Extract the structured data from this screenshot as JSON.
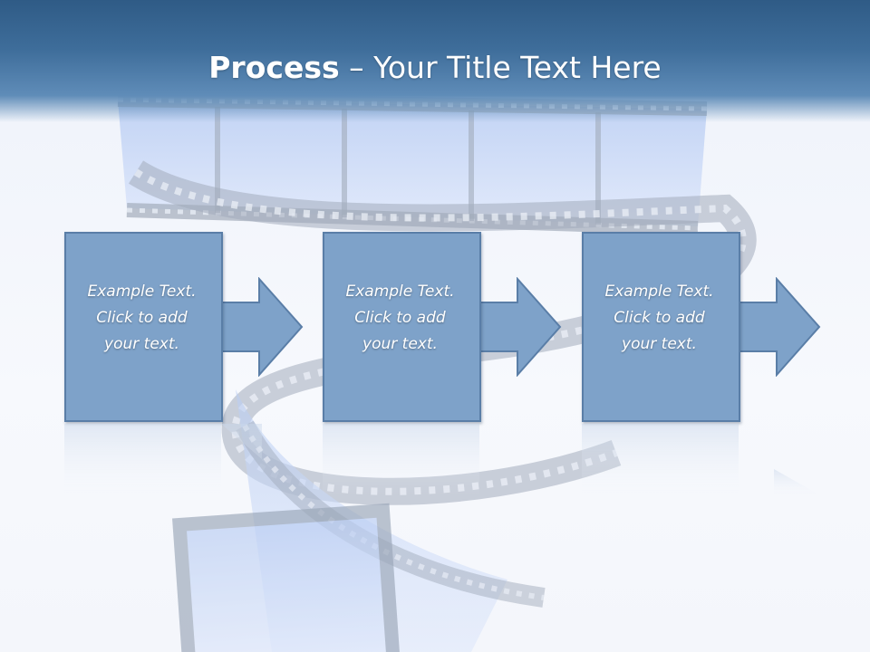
{
  "slide": {
    "title_bold": "Process",
    "title_rest": " – Your Title Text Here"
  },
  "steps": [
    {
      "line1": "Example Text.",
      "line2": "Click  to add",
      "line3": "your text."
    },
    {
      "line1": "Example Text.",
      "line2": "Click  to add",
      "line3": "your text."
    },
    {
      "line1": "Example Text.",
      "line2": "Click  to add",
      "line3": "your text."
    }
  ],
  "colors": {
    "header": "#3e6d9a",
    "box_fill": "#7ea2c9",
    "box_border": "#5a7ea7",
    "title_text": "#ffffff"
  }
}
